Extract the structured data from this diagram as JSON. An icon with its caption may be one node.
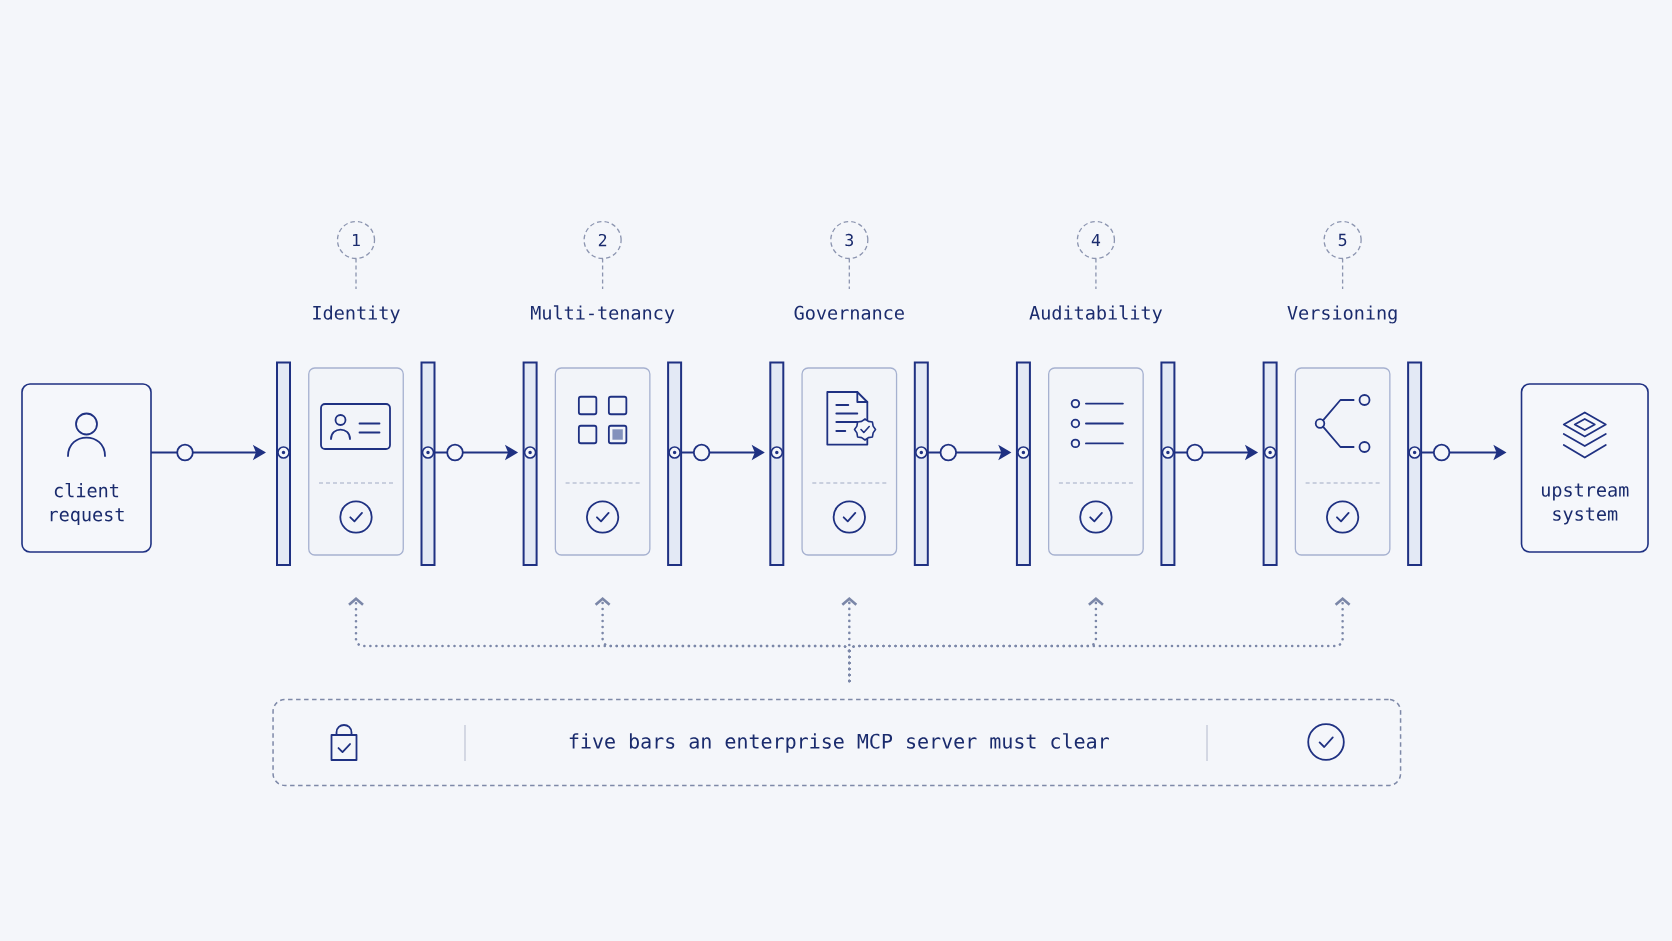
{
  "diagram": {
    "nodes": [
      {
        "text": [
          "client request"
        ]
      },
      {
        "text": [
          "1"
        ]
      },
      {
        "text": [],
        "shape": "bar"
      },
      {
        "text": [
          "Identity"
        ]
      },
      {
        "text": [],
        "shape": "bar"
      },
      {
        "text": [
          "2"
        ]
      },
      {
        "text": [],
        "shape": "bar"
      },
      {
        "text": [
          "Multi-tenancy"
        ]
      },
      {
        "text": [],
        "shape": "bar"
      },
      {
        "text": [
          "3"
        ]
      },
      {
        "text": [],
        "shape": "bar"
      },
      {
        "text": [
          "Governance"
        ]
      },
      {
        "text": [],
        "shape": "bar"
      },
      {
        "text": [
          "4"
        ]
      },
      {
        "text": [],
        "shape": "bar"
      },
      {
        "text": [
          "Auditability"
        ]
      },
      {
        "text": [],
        "shape": "bar"
      },
      {
        "text": [
          "5"
        ]
      },
      {
        "text": [],
        "shape": "bar"
      },
      {
        "text": [
          "Versioning"
        ]
      },
      {
        "text": [],
        "shape": "bar"
      },
      {
        "text": [
          "upstream system"
        ]
      },
      {
        "text": [
          "five bars an enterprise MCP server must clear"
        ]
      }
    ],
    "edges": [
      {
        "from": 0,
        "to": 2,
        "arrow": "to"
      },
      {
        "from": 4,
        "to": 6,
        "arrow": "to"
      },
      {
        "from": 8,
        "to": 10,
        "arrow": "to"
      },
      {
        "from": 12,
        "to": 14,
        "arrow": "to"
      },
      {
        "from": 16,
        "to": 18,
        "arrow": "to"
      },
      {
        "from": 20,
        "to": 21,
        "arrow": "to"
      },
      {
        "from": 1,
        "to": 3,
        "arrow": "none",
        "style": "dashed",
        "color": "#8c95b0"
      },
      {
        "from": 5,
        "to": 7,
        "arrow": "none",
        "style": "dashed",
        "color": "#8c95b0"
      },
      {
        "from": 9,
        "to": 11,
        "arrow": "none",
        "style": "dashed",
        "color": "#8c95b0"
      },
      {
        "from": 13,
        "to": 15,
        "arrow": "none",
        "style": "dashed",
        "color": "#8c95b0"
      },
      {
        "from": 17,
        "to": 19,
        "arrow": "none",
        "style": "dashed",
        "color": "#8c95b0"
      },
      {
        "from": 22,
        "to": 3,
        "arrow": "to",
        "style": "dashed",
        "color": "#7b87a8"
      },
      {
        "from": 22,
        "to": 7,
        "arrow": "to",
        "style": "dashed",
        "color": "#7b87a8"
      },
      {
        "from": 22,
        "to": 11,
        "arrow": "to",
        "style": "dashed",
        "color": "#7b87a8"
      },
      {
        "from": 22,
        "to": 15,
        "arrow": "to",
        "style": "dashed",
        "color": "#7b87a8"
      },
      {
        "from": 22,
        "to": 19,
        "arrow": "to",
        "style": "dashed",
        "color": "#7b87a8"
      }
    ]
  }
}
